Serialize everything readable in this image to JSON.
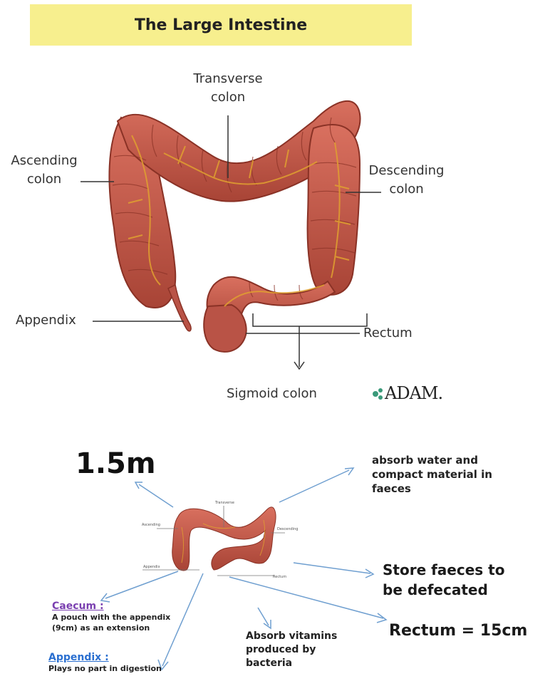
{
  "title": "The Large Intestine",
  "top_labels": {
    "transverse_colon": [
      "Transverse",
      "colon"
    ],
    "ascending_colon": [
      "Ascending",
      "colon"
    ],
    "descending_colon": [
      "Descending",
      "colon"
    ],
    "appendix": "Appendix",
    "rectum": "Rectum",
    "sigmoid_colon": "Sigmoid colon",
    "logo": "ADAM."
  },
  "bottom_notes": {
    "length": "1.5m",
    "absorb_water": [
      "absorb water and",
      "compact material in",
      "faeces"
    ],
    "store_faeces": [
      "Store faeces to",
      "be defecated"
    ],
    "rectum_length": "Rectum = 15cm",
    "vitamins": [
      "Absorb vitamins",
      "produced by",
      "bacteria"
    ],
    "caecum_heading": "Caecum :",
    "caecum_text": [
      "A pouch with the appendix",
      "(9cm) as an extension"
    ],
    "appendix_heading": "Appendix :",
    "appendix_text": "Plays no part in digestion"
  },
  "colors": {
    "title_highlight": "#f7ef8e",
    "intestine": "#c8584a",
    "intestine_dark": "#9a3a2e",
    "vessel": "#e0a030",
    "arrow": "#6f9fd0",
    "caecum_heading": "#7a3fb0",
    "appendix_heading": "#2a6fd0",
    "logo_mark": "#3a9a7a"
  }
}
